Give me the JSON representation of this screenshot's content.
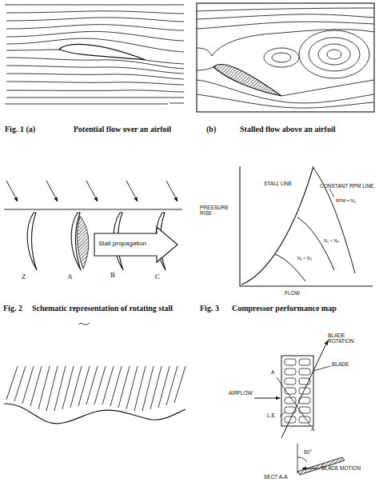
{
  "diagram": {
    "labels": [
      "Fig. 1 (a)",
      "Potential flow over an airfoil",
      "(b)",
      "Stalled flow above an airfoil",
      "Z",
      "A",
      "B",
      "C",
      "Stall propagation",
      "PRESSURE RISE",
      "STALL LINE",
      "CONSTANT RPM LINE",
      "RPM = N₃",
      "N₂ < N₃",
      "N₁ < N₂",
      "FLOW",
      "Fig. 2",
      "Schematic representation of rotating stall",
      "Fig. 3",
      "Compressor performance map",
      "BLADE ROTATION",
      "BLADE",
      "AIRFLOW",
      "A",
      "A",
      "L.E.",
      "60°",
      "BLADE MOTION",
      "SECT A-A"
    ]
  }
}
